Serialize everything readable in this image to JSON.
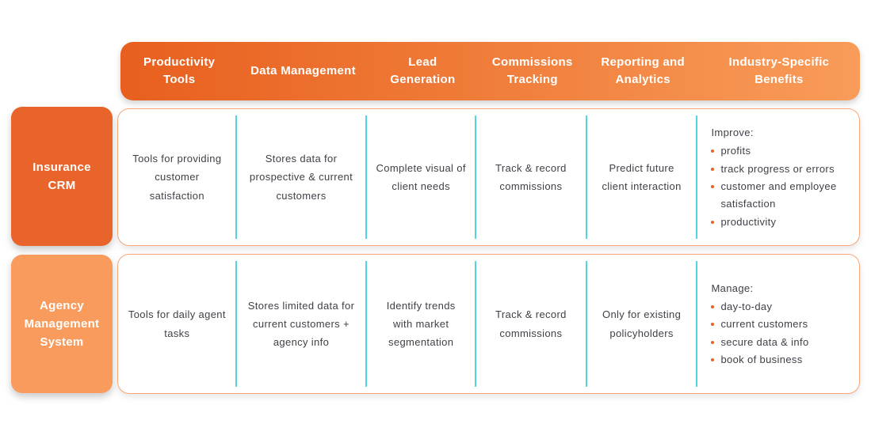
{
  "header": {
    "columns": [
      "Productivity Tools",
      "Data Management",
      "Lead Generation",
      "Commissions Tracking",
      "Reporting and Analytics",
      "Industry-Specific Benefits"
    ]
  },
  "rows": [
    {
      "label": "Insurance CRM",
      "cells": [
        "Tools for providing customer satisfaction",
        "Stores data for prospective & current customers",
        "Complete visual of client needs",
        "Track & record commissions",
        "Predict future client interaction"
      ],
      "benefits": {
        "heading": "Improve:",
        "bullets": [
          "profits",
          "track progress or errors",
          "customer and employee satisfaction",
          "productivity"
        ]
      }
    },
    {
      "label": "Agency Management System",
      "cells": [
        "Tools for daily agent tasks",
        "Stores limited data for current customers + agency info",
        "Identify trends with market segmentation",
        "Track & record commissions",
        "Only for existing policyholders"
      ],
      "benefits": {
        "heading": "Manage:",
        "bullets": [
          "day-to-day",
          "current customers",
          "secure data & info",
          "book of business"
        ]
      }
    }
  ],
  "colors": {
    "header_gradient_start": "#E85F1E",
    "header_gradient_end": "#F99C59",
    "insurance_crm_label_bg": "#E8642A",
    "agency_system_label_bg": "#F99B5C",
    "row_container_border": "#F5A876",
    "column_divider": "#4FD4E3",
    "body_text": "#3F3F47",
    "bullet_dot": "#E8612C"
  }
}
